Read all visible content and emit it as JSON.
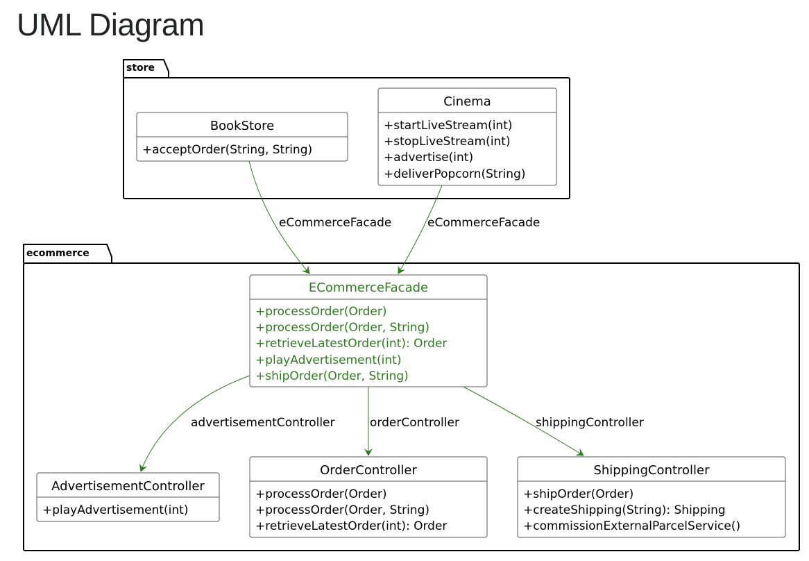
{
  "page": {
    "title": "UML Diagram"
  },
  "colors": {
    "highlight": "#2e7d1e",
    "title": "#222426",
    "box_border": "#5a5a5a"
  },
  "packages": {
    "store": {
      "name": "store"
    },
    "ecommerce": {
      "name": "ecommerce"
    }
  },
  "classes": {
    "bookstore": {
      "name": "BookStore",
      "methods": [
        "+acceptOrder(String, String)"
      ]
    },
    "cinema": {
      "name": "Cinema",
      "methods": [
        "+startLiveStream(int)",
        "+stopLiveStream(int)",
        "+advertise(int)",
        "+deliverPopcorn(String)"
      ]
    },
    "ecommerce_facade": {
      "name": "ECommerceFacade",
      "methods": [
        "+processOrder(Order)",
        "+processOrder(Order, String)",
        "+retrieveLatestOrder(int): Order",
        "+playAdvertisement(int)",
        "+shipOrder(Order, String)"
      ]
    },
    "advertisement_controller": {
      "name": "AdvertisementController",
      "methods": [
        "+playAdvertisement(int)"
      ]
    },
    "order_controller": {
      "name": "OrderController",
      "methods": [
        "+processOrder(Order)",
        "+processOrder(Order, String)",
        "+retrieveLatestOrder(int): Order"
      ]
    },
    "shipping_controller": {
      "name": "ShippingController",
      "methods": [
        "+shipOrder(Order)",
        "+createShipping(String): Shipping",
        "+commissionExternalParcelService()"
      ]
    }
  },
  "relations": {
    "bookstore_to_facade": "eCommerceFacade",
    "cinema_to_facade": "eCommerceFacade",
    "facade_to_advertisement": "advertisementController",
    "facade_to_order": "orderController",
    "facade_to_shipping": "shippingController"
  }
}
